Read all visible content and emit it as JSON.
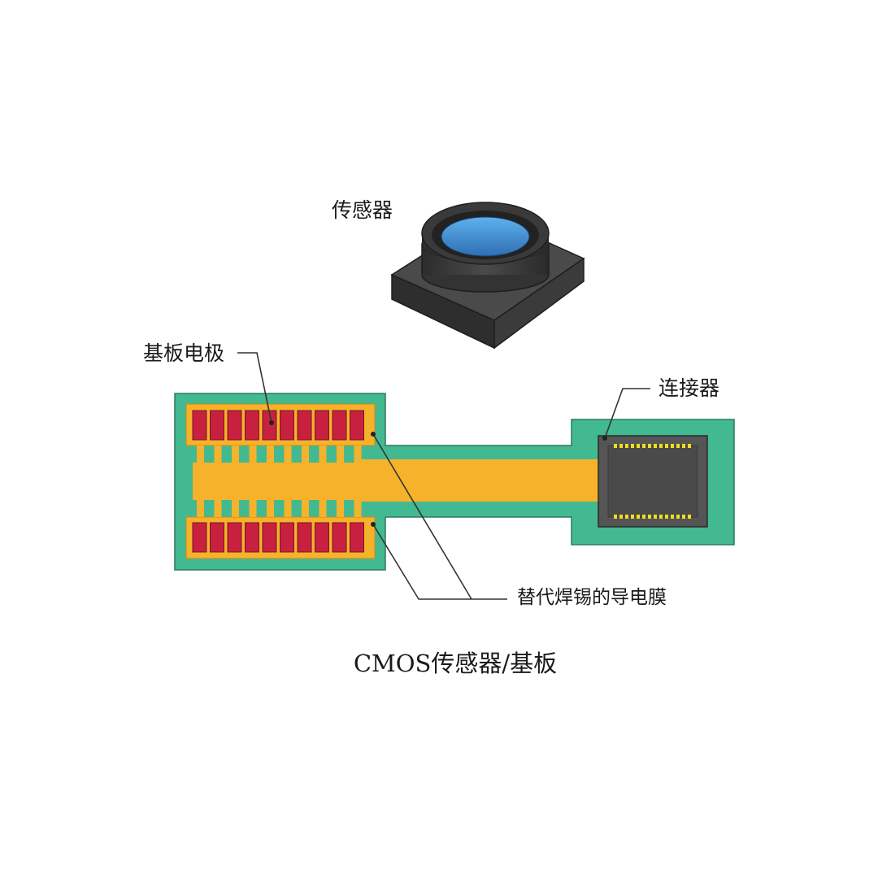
{
  "labels": {
    "sensor": "传感器",
    "substrate_electrode": "基板电极",
    "connector": "连接器",
    "conductive_film": "替代焊锡的导电膜"
  },
  "caption": "CMOS传感器/基板",
  "colors": {
    "substrate_green": "#43b991",
    "film_orange": "#f5b22a",
    "electrode_red": "#c8213f",
    "sensor_body": "#3a3a3a",
    "lens_blue": "#3f8fd6",
    "connector_body": "#555555",
    "connector_pin": "#f2de20",
    "line": "#333333"
  }
}
